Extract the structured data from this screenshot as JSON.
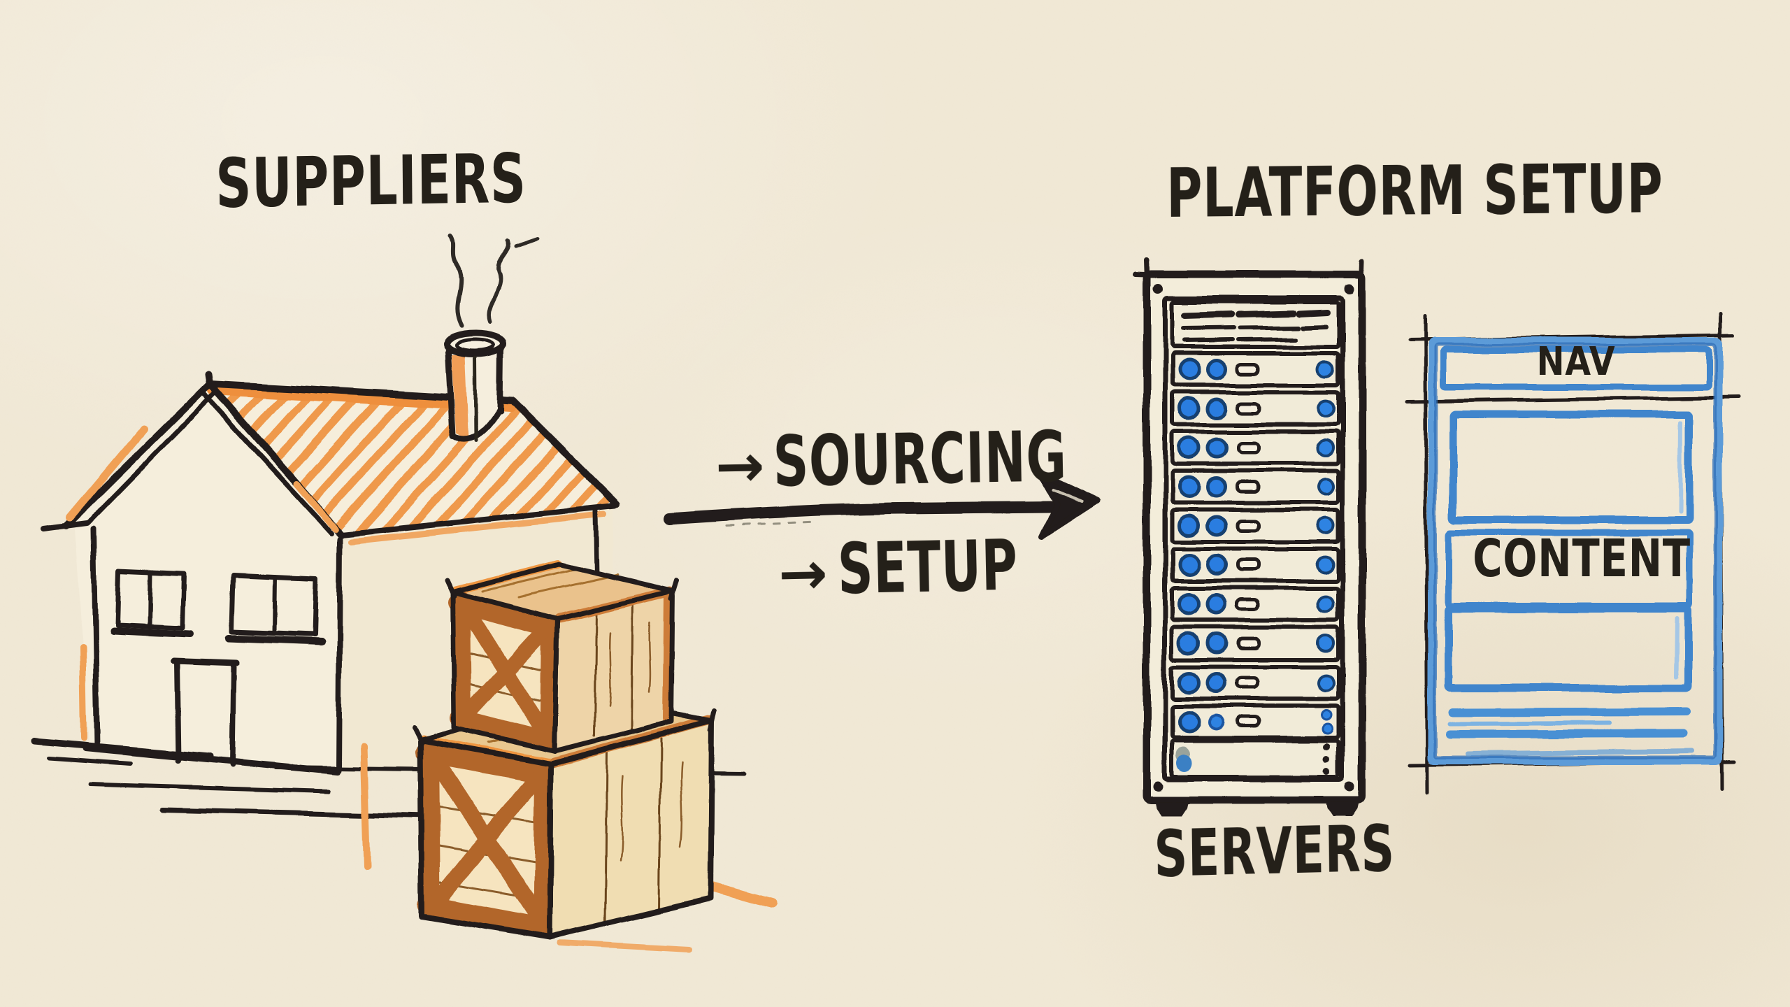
{
  "palette": {
    "paper": "#f1e9d6",
    "ink": "#231f1a",
    "orange": "#ef9340",
    "orange_soft": "#f0a055",
    "wood_frame": "#b2662c",
    "wood_plank": "#f6e4bf",
    "wood_side": "#eed4a8",
    "wood_grain": "#7a4a1e",
    "server_blue": "#2b7de0",
    "server_blue_dark": "#17406f",
    "wire_blue": "#4a90d4",
    "wire_blue_dark": "#2f6fb8",
    "panel_bg": "#f1ebd8"
  },
  "suppliers": {
    "title": "SUPPLIERS",
    "house_icon": "house-with-chimney",
    "crates_icon": "wooden-crates"
  },
  "flow": {
    "top_prefix": "→",
    "top_label": "SOURCING",
    "bottom_prefix": "→",
    "bottom_label": "SETUP"
  },
  "platform": {
    "title": "PLATFORM SETUP",
    "rack_caption": "SERVERS",
    "rack": {
      "unit_rows": 9,
      "vent_lines": 3
    },
    "wireframe": {
      "nav": "NAV",
      "content": "CONTENT"
    }
  }
}
